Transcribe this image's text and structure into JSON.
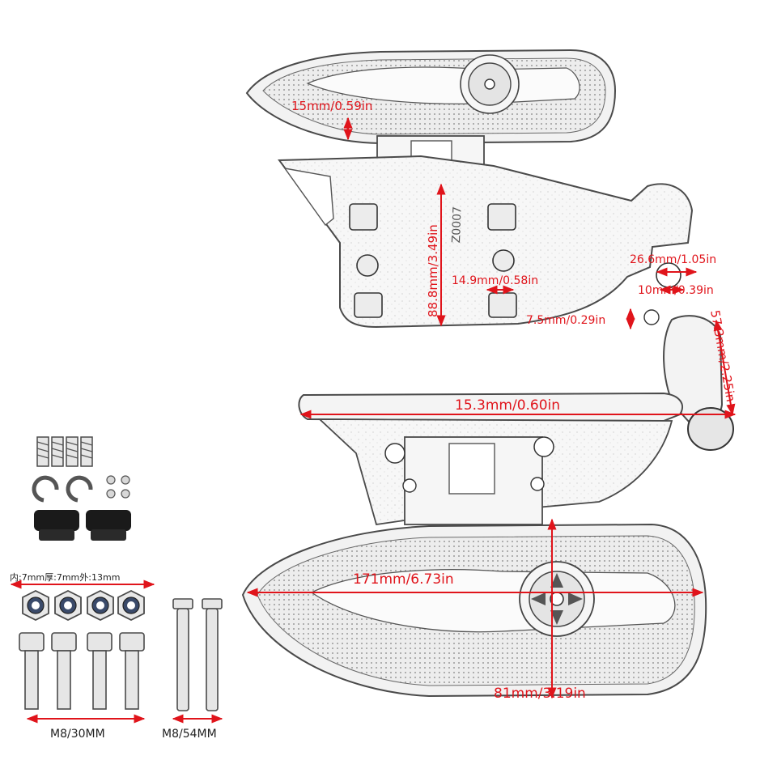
{
  "colors": {
    "dimension": "#e0141b",
    "outline": "#4a4a4a",
    "metal_fill": "#f4f4f4",
    "rubber": "#1a1a1a"
  },
  "dimensions": {
    "top_board_height": "15mm/0.59in",
    "bracket_height": "88.8mm/3.49in",
    "bolt_spacing": "14.9mm/0.58in",
    "clamp_width": "26.6mm/1.05in",
    "clamp_hole": "10mm/0.39in",
    "clamp_offset": "7.5mm/0.29in",
    "arm_height": "57.3mm/2.25in",
    "arm_width": "15.3mm/0.60in",
    "board_length": "171mm/6.73in",
    "board_width": "81mm/3.19in"
  },
  "part_marking": "Z0007",
  "hardware": {
    "nut_spec": "内:7mm厚:7mm外:13mm",
    "bolt_label": "M8/30MM",
    "pin_label": "M8/54MM"
  }
}
